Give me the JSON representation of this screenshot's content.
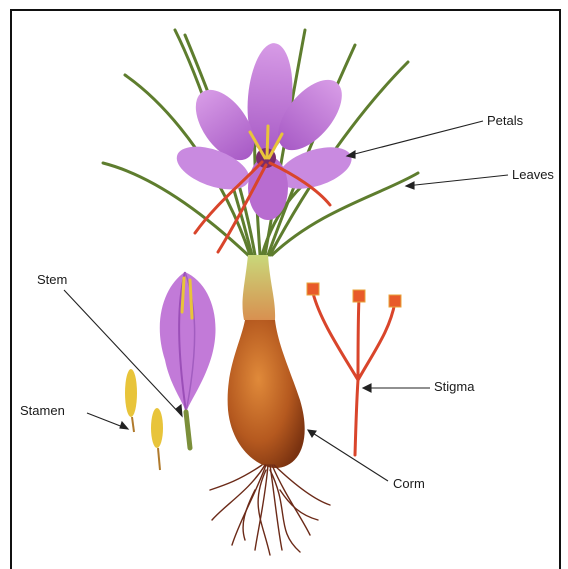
{
  "diagram": {
    "labels": {
      "petals": "Petals",
      "leaves": "Leaves",
      "stem": "Stem",
      "stamen": "Stamen",
      "stigma": "Stigma",
      "corm": "Corm"
    },
    "colors": {
      "petal": "#c27ad8",
      "petal_dark": "#9b4fb8",
      "leaf": "#5e7d2e",
      "stigma": "#d9452b",
      "stamen": "#e8c43a",
      "corm": "#b5591f",
      "root": "#6b2a18"
    }
  }
}
